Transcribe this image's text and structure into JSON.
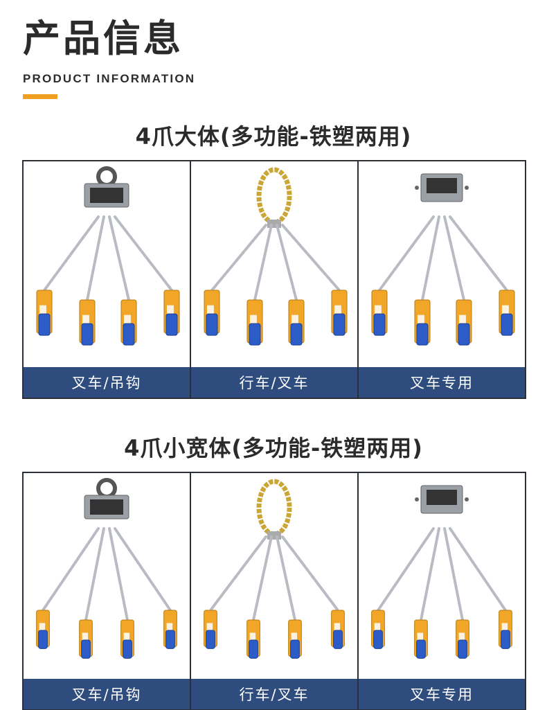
{
  "header": {
    "title": "产品信息",
    "subtitle": "PRODUCT INFORMATION",
    "accent_color": "#f0a020"
  },
  "sections": [
    {
      "title": "4爪大体(多功能-铁塑两用)",
      "products": [
        {
          "caption": "叉车/吊钩",
          "mount": "ring-frame",
          "clamp_style": "large"
        },
        {
          "caption": "行车/叉车",
          "mount": "chain-loop",
          "clamp_style": "large"
        },
        {
          "caption": "叉车专用",
          "mount": "fork-frame",
          "clamp_style": "large"
        }
      ]
    },
    {
      "title": "4爪小宽体(多功能-铁塑两用)",
      "products": [
        {
          "caption": "叉车/吊钩",
          "mount": "ring-frame",
          "clamp_style": "small"
        },
        {
          "caption": "行车/叉车",
          "mount": "chain-loop",
          "clamp_style": "small"
        },
        {
          "caption": "叉车专用",
          "mount": "fork-frame",
          "clamp_style": "small"
        }
      ]
    }
  ],
  "colors": {
    "caption_bg": "#2e4d7e",
    "border": "#2a2f38",
    "clamp_orange": "#f2a628",
    "clamp_blue": "#2c5cc8",
    "chain": "#b8bcc2",
    "gold_chain": "#c9a635"
  }
}
